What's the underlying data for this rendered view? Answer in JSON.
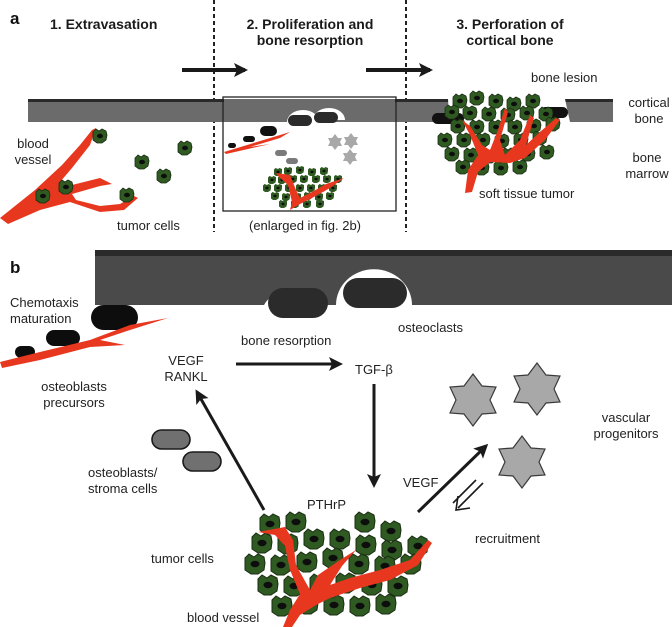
{
  "figure": {
    "panel_a": {
      "letter": "a",
      "stage1_title": "1. Extravasation",
      "stage2_title_line1": "2. Proliferation and",
      "stage2_title_line2": "bone resorption",
      "stage3_title_line1": "3. Perforation of",
      "stage3_title_line2": "cortical bone",
      "blood_vessel_line1": "blood",
      "blood_vessel_line2": "vessel",
      "tumor_cells": "tumor cells",
      "enlarged_note": "(enlarged in fig. 2b)",
      "bone_lesion": "bone lesion",
      "soft_tissue_tumor": "soft tissue tumor",
      "cortical_bone_line1": "cortical",
      "cortical_bone_line2": "bone",
      "bone_marrow_line1": "bone",
      "bone_marrow_line2": "marrow"
    },
    "panel_b": {
      "letter": "b",
      "chemotaxis_line1": "Chemotaxis",
      "chemotaxis_line2": "maturation",
      "osteoblast_precursors_line1": "osteoblasts",
      "osteoblast_precursors_line2": "precursors",
      "bone_resorption": "bone resorption",
      "osteoclasts": "osteoclasts",
      "vegf_rankl_line1": "VEGF",
      "vegf_rankl_line2": "RANKL",
      "tgf_beta": "TGF-β",
      "osteoblasts_stroma_line1": "osteoblasts/",
      "osteoblasts_stroma_line2": "stroma cells",
      "pthrp": "PTHrP",
      "vegf": "VEGF",
      "vascular_progenitors_line1": "vascular",
      "vascular_progenitors_line2": "progenitors",
      "recruitment": "recruitment",
      "tumor_cells": "tumor cells",
      "blood_vessel": "blood vessel"
    },
    "colors": {
      "bone_dark": "#4a4a4a",
      "bone_edge": "#2a2a2a",
      "bone_light": "#6b6b6b",
      "osteoclast": "#2b2b2b",
      "tumor_cell": "#2f5a22",
      "vessel": "#e8371f",
      "progenitor": "#a8a8a8",
      "stroma": "#707070"
    }
  }
}
